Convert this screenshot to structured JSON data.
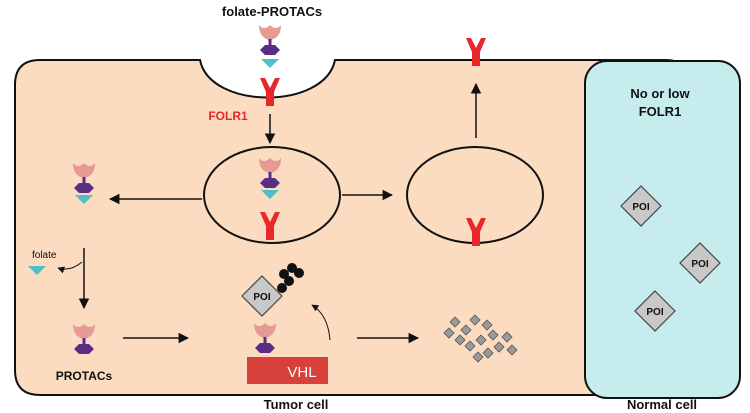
{
  "labels": {
    "top_compound": "folate-PROTACs",
    "receptor": "FOLR1",
    "folate": "folate",
    "protacs": "PROTACs",
    "e3_ligase": "VHL",
    "poi": "POI",
    "tumor_cell": "Tumor cell",
    "normal_cell": "Normal cell",
    "normal_line1": "No or low",
    "normal_line2": "FOLR1"
  },
  "colors": {
    "tumor_cell_fill": "#fbdcc1",
    "normal_cell_fill": "#c7ecee",
    "receptor_red": "#e8272b",
    "vhl_red": "#d7403b",
    "warhead_pink": "#e59a96",
    "linker_purple": "#5b2c83",
    "folate_teal": "#4fc0c5",
    "poi_grey": "#c8c8c8"
  }
}
